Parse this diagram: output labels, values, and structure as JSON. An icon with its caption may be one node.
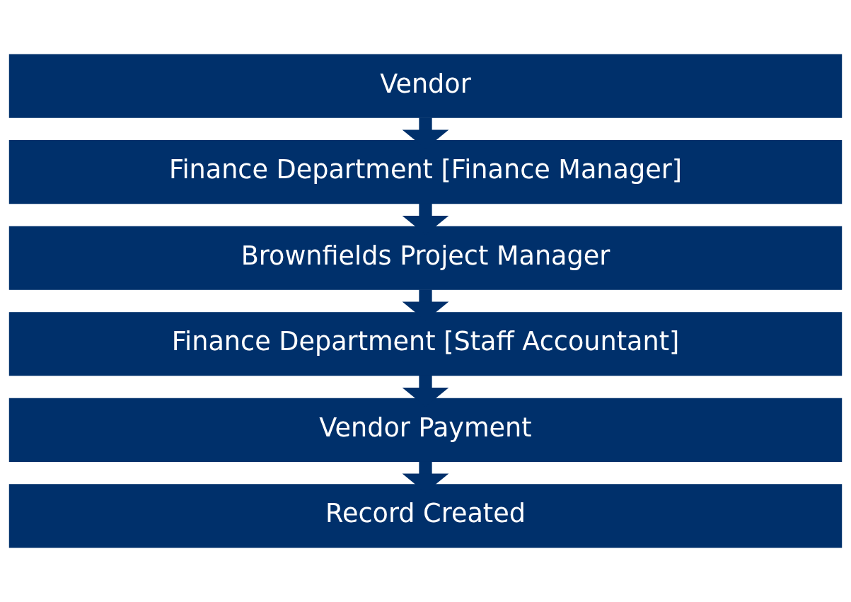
{
  "diagram": {
    "nodes": [
      {
        "text": [
          "Vendor"
        ]
      },
      {
        "text": [
          "Finance Department [Finance Manager]"
        ]
      },
      {
        "text": [
          "Brownfields Project Manager"
        ]
      },
      {
        "text": [
          "Finance Department [Staff Accountant]"
        ]
      },
      {
        "text": [
          "Vendor Payment"
        ]
      },
      {
        "text": [
          "Record Created"
        ]
      }
    ],
    "edges": [
      {
        "from": 0,
        "to": 1,
        "arrow": "to"
      },
      {
        "from": 1,
        "to": 2,
        "arrow": "to"
      },
      {
        "from": 2,
        "to": 3,
        "arrow": "to"
      },
      {
        "from": 3,
        "to": 4,
        "arrow": "to"
      },
      {
        "from": 4,
        "to": 5,
        "arrow": "to"
      }
    ]
  }
}
